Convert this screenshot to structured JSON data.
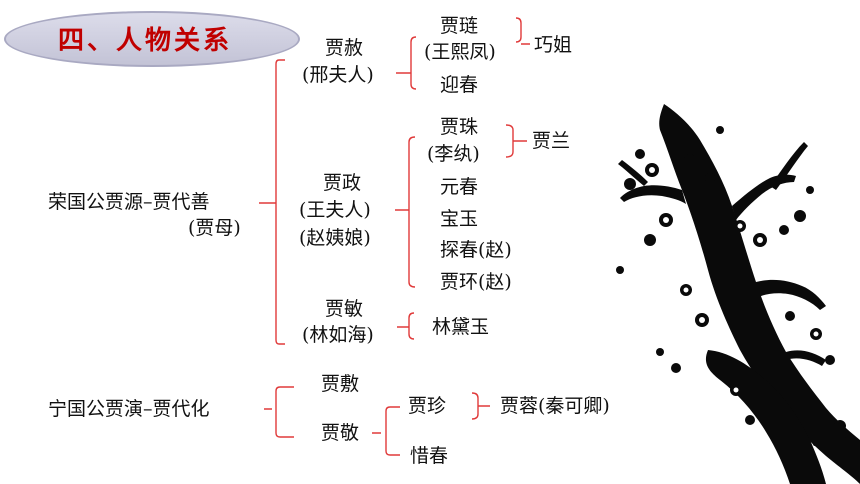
{
  "title": "四、人物关系",
  "colors": {
    "title_text": "#c00000",
    "bracket": "#e03a3a",
    "title_fill": "#cfcfe0"
  },
  "rongguo": {
    "root": "荣国公贾源–贾代善",
    "root_sub": "(贾母)",
    "she": {
      "name": "贾赦",
      "spouse": "(邢夫人)"
    },
    "lian": {
      "name": "贾琏",
      "spouse": "(王熙凤)"
    },
    "qiaojie": "巧姐",
    "yingchun": "迎春",
    "zheng": {
      "name": "贾政",
      "spouse1": "(王夫人)",
      "spouse2": "(赵姨娘)"
    },
    "zhu": {
      "name": "贾珠",
      "spouse": "(李纨)"
    },
    "lan": "贾兰",
    "yuanchun": "元春",
    "baoyu": "宝玉",
    "tanchun": "探春(赵)",
    "huan": "贾环(赵)",
    "min": {
      "name": "贾敏",
      "spouse": "(林如海)"
    },
    "daiyu": "林黛玉"
  },
  "ningguo": {
    "root": "宁国公贾演–贾代化",
    "fu": "贾敷",
    "jing": "贾敬",
    "zhen": "贾珍",
    "rong": "贾蓉(秦可卿)",
    "xichun": "惜春"
  },
  "decoration": {
    "image": "plum-blossom-branch"
  }
}
